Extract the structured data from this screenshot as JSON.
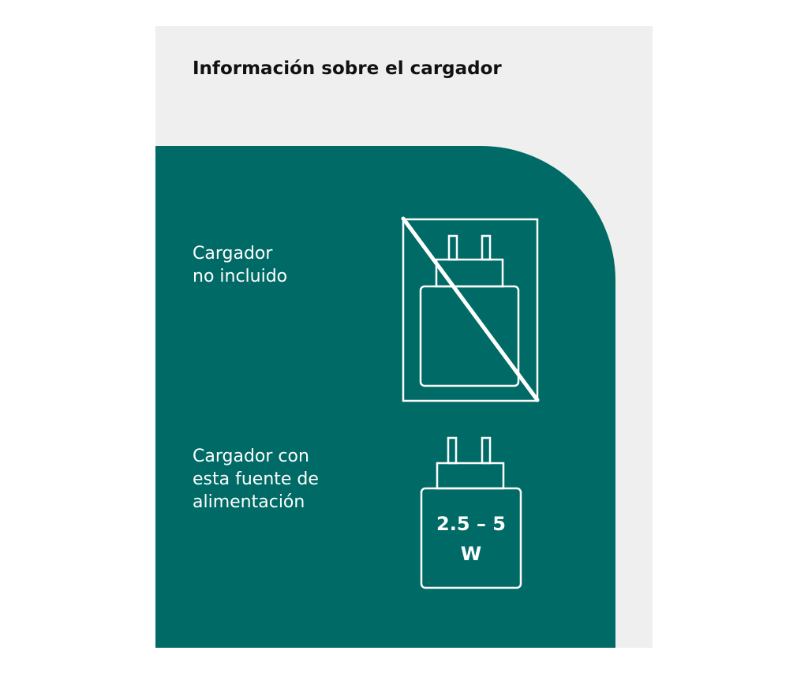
{
  "title": "Información sobre el cargador",
  "not_included": {
    "line1": "Cargador",
    "line2": "no incluido",
    "icon": "no-charger-icon"
  },
  "power_supply": {
    "line1": "Cargador con",
    "line2": "esta fuente de",
    "line3": "alimentación",
    "wattage_line1": "2.5 – 5",
    "wattage_line2": "W",
    "icon": "charger-icon"
  },
  "colors": {
    "panel": "#006a66",
    "background": "#efefef",
    "foreground": "#ffffff"
  }
}
